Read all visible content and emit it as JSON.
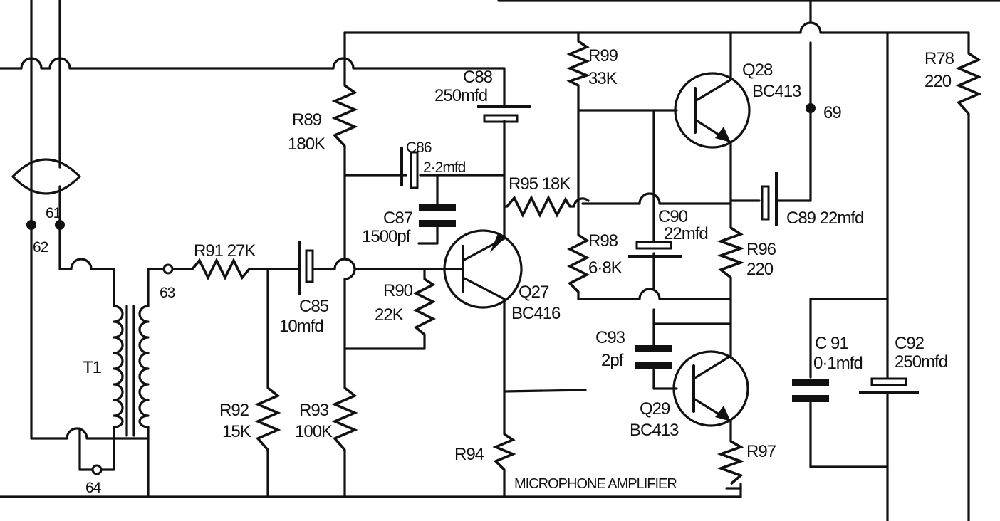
{
  "labels": {
    "r89": "R89",
    "r89v": "180K",
    "r99": "R99",
    "r99v": "33K",
    "c88": "C88",
    "c88v": "250mfd",
    "c86": "C86",
    "c86v": "2·2mfd",
    "c87": "C87",
    "c87v": "1500pf",
    "r95": "R95 18K",
    "q28": "Q28",
    "q28t": "BC413",
    "r78": "R78",
    "r78v": "220",
    "n69": "69",
    "c89": "C89 22mfd",
    "c90": "C90",
    "c90v": "22mfd",
    "r98": "R98",
    "r98v": "6·8K",
    "r96": "R96",
    "r96v": "220",
    "n61": "61",
    "n62": "62",
    "n63": "63",
    "n64": "64",
    "r91": "R91 27K",
    "c85": "C85",
    "c85v": "10mfd",
    "r90": "R90",
    "r90v": "22K",
    "q27": "Q27",
    "q27t": "BC416",
    "t1": "T1",
    "r92": "R92",
    "r92v": "15K",
    "r93": "R93",
    "r93v": "100K",
    "c93": "C93",
    "c93v": "2pf",
    "q29": "Q29",
    "q29t": "BC413",
    "c91": "C 91",
    "c91v": "0·1mfd",
    "c92": "C92",
    "c92v": "250mfd",
    "r94": "R94",
    "r97": "R97",
    "footer": "MICROPHONE AMPLIFIER"
  }
}
